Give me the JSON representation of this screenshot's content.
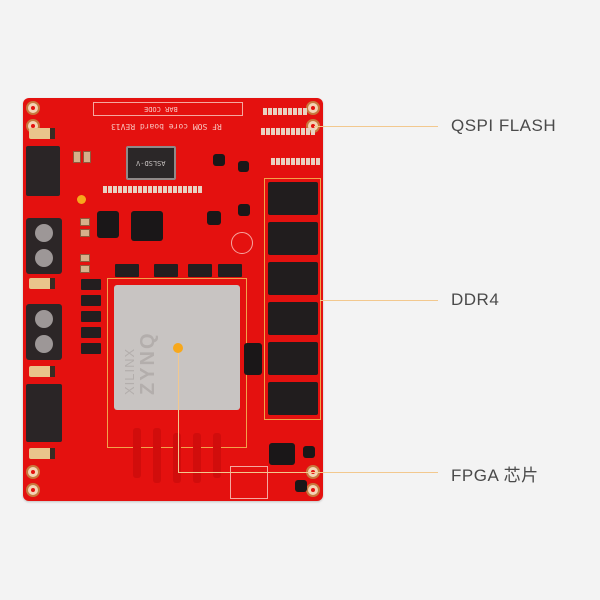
{
  "labels": {
    "qspi": "QSPI FLASH",
    "ddr4": "DDR4",
    "fpga": "FPGA 芯片"
  },
  "board": {
    "silk_top": "RF SOM core board REV13",
    "barcode_label": "BAR CODE",
    "fpga_vendor": "XILINX",
    "fpga_family": "ZYNQ",
    "crystal_marking": "ASLSD-V"
  },
  "colors": {
    "background": "#f3f3f3",
    "pcb_red": "#e4110f",
    "leader_line": "#f2c88e",
    "callout_dot": "#f7a81c",
    "label_text": "#4a4a4a"
  }
}
